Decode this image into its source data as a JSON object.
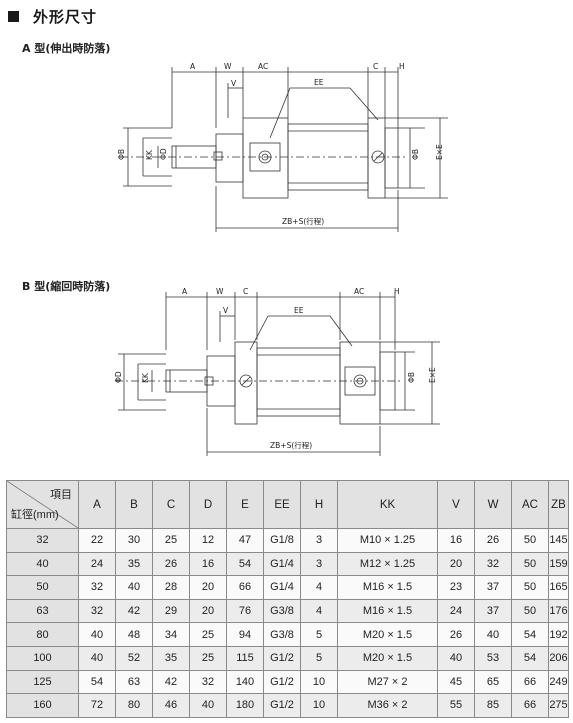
{
  "page": {
    "title": "外形尺寸"
  },
  "section_a": {
    "heading": "A 型(伸出時防落)",
    "labels": {
      "a": "A",
      "w": "W",
      "ac": "AC",
      "c": "C",
      "h": "H",
      "v": "V",
      "ee": "EE",
      "phi_b": "ΦB",
      "kk": "KK",
      "phi_d": "ΦD",
      "phi_b_right": "ΦB",
      "e_e": "E×E",
      "zb": "ZB+S(行程)"
    }
  },
  "section_b": {
    "heading": "B 型(縮回時防落)",
    "labels": {
      "a": "A",
      "w": "W",
      "c": "C",
      "ac": "AC",
      "h": "H",
      "v": "V",
      "ee": "EE",
      "phi_d": "ΦD",
      "kk": "KK",
      "phi_b": "ΦB",
      "e_e": "E×E",
      "zb": "ZB+S(行程)"
    }
  },
  "table": {
    "corner_top": "項目",
    "corner_bottom": "缸徑(mm)",
    "columns": [
      "A",
      "B",
      "C",
      "D",
      "E",
      "EE",
      "H",
      "KK",
      "V",
      "W",
      "AC",
      "ZB"
    ],
    "rows": [
      {
        "bore": "32",
        "values": [
          "22",
          "30",
          "25",
          "12",
          "47",
          "G1/8",
          "3",
          "M10 × 1.25",
          "16",
          "26",
          "50",
          "145"
        ]
      },
      {
        "bore": "40",
        "values": [
          "24",
          "35",
          "26",
          "16",
          "54",
          "G1/4",
          "3",
          "M12 × 1.25",
          "20",
          "32",
          "50",
          "159"
        ]
      },
      {
        "bore": "50",
        "values": [
          "32",
          "40",
          "28",
          "20",
          "66",
          "G1/4",
          "4",
          "M16 × 1.5",
          "23",
          "37",
          "50",
          "165"
        ]
      },
      {
        "bore": "63",
        "values": [
          "32",
          "42",
          "29",
          "20",
          "76",
          "G3/8",
          "4",
          "M16 × 1.5",
          "24",
          "37",
          "50",
          "176"
        ]
      },
      {
        "bore": "80",
        "values": [
          "40",
          "48",
          "34",
          "25",
          "94",
          "G3/8",
          "5",
          "M20 × 1.5",
          "26",
          "40",
          "54",
          "192"
        ]
      },
      {
        "bore": "100",
        "values": [
          "40",
          "52",
          "35",
          "25",
          "115",
          "G1/2",
          "5",
          "M20 × 1.5",
          "40",
          "53",
          "54",
          "206"
        ]
      },
      {
        "bore": "125",
        "values": [
          "54",
          "63",
          "42",
          "32",
          "140",
          "G1/2",
          "10",
          "M27 × 2",
          "45",
          "65",
          "66",
          "249"
        ]
      },
      {
        "bore": "160",
        "values": [
          "72",
          "80",
          "46",
          "40",
          "180",
          "G1/2",
          "10",
          "M36 × 2",
          "55",
          "85",
          "66",
          "275"
        ]
      }
    ]
  }
}
